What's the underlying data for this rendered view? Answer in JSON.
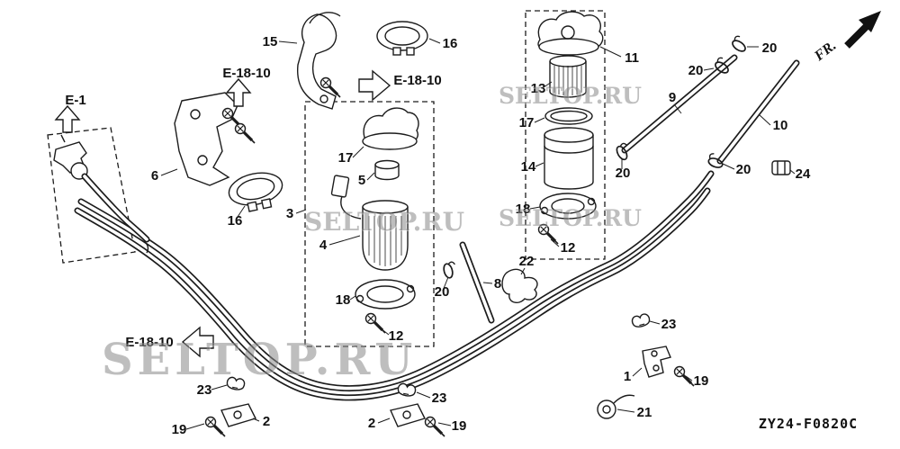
{
  "watermark": {
    "text": "SELTOP.RU"
  },
  "plate": {
    "drawing_code": "ZY24-F0820C",
    "fr_label": "FR."
  },
  "refs": {
    "e1": "E-1",
    "e18_10": "E-18-10"
  },
  "callouts": {
    "c15": "15",
    "c16a": "16",
    "c11": "11",
    "c20a": "20",
    "c20b": "20",
    "c13": "13",
    "c9": "9",
    "c10": "10",
    "c17a": "17",
    "c6": "6",
    "c17b": "17",
    "c5": "5",
    "c14": "14",
    "c20c": "20",
    "c24": "24",
    "c20d": "20",
    "c16b": "16",
    "c3": "3",
    "c4": "4",
    "c18a": "18",
    "c12a": "12",
    "c22": "22",
    "c20e": "20",
    "c8": "8",
    "c18b": "18",
    "c12b": "12",
    "c23a": "23",
    "c1": "1",
    "c19a": "19",
    "c23b": "23",
    "c23c": "23",
    "c21": "21",
    "c2a": "2",
    "c19b": "19",
    "c2b": "2",
    "c19c": "19"
  }
}
